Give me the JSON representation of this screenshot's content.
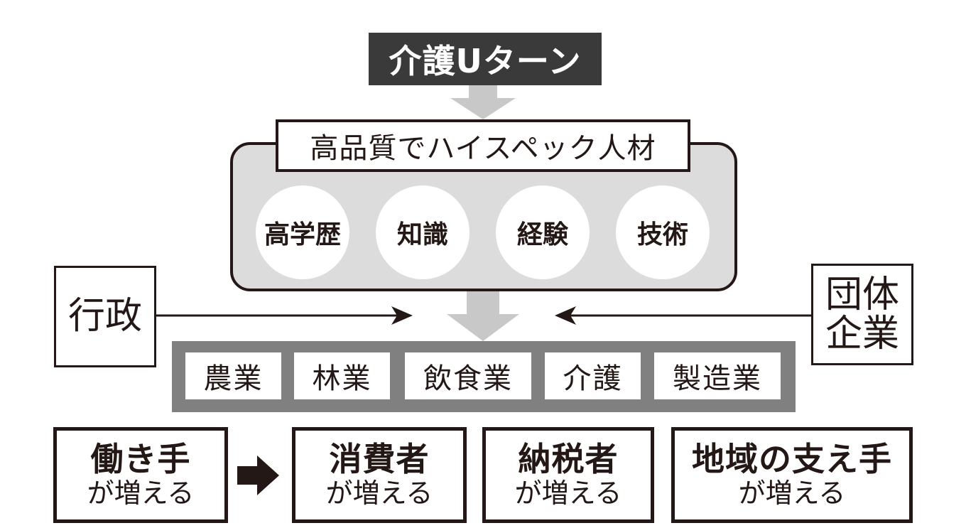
{
  "title": "介護Uターン",
  "talent": {
    "label": "高品質でハイスペック人材",
    "attributes": [
      "高学歴",
      "知識",
      "経験",
      "技術"
    ]
  },
  "left_actor": "行政",
  "right_actor": [
    "団体",
    "企業"
  ],
  "industries": [
    "農業",
    "林業",
    "飲食業",
    "介護",
    "製造業"
  ],
  "outcomes": [
    {
      "main": "働き手",
      "sub": "が増える"
    },
    {
      "main": "消費者",
      "sub": "が増える"
    },
    {
      "main": "納税者",
      "sub": "が増える"
    },
    {
      "main": "地域の支え手",
      "sub": "が増える"
    }
  ],
  "colors": {
    "title_bg": "#3a3a3a",
    "panel_bg": "#dcdcdc",
    "strip_bg": "#808080",
    "arrow_gray": "#c8c8c8",
    "ink": "#231815"
  }
}
